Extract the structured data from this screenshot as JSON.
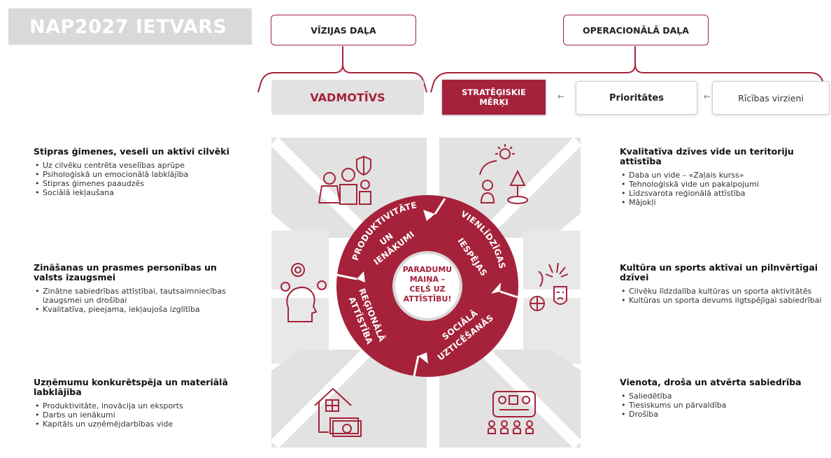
{
  "title": "NAP2027 IETVARS",
  "header": {
    "vision": "VĪZIJAS DAĻA",
    "operational": "OPERACIONĀLĀ DAĻA",
    "leitmotif": "VADMOTĪVS",
    "strategic_goals": [
      "STRATĒĢISKIE",
      "MĒRĶI"
    ],
    "priorities": "Prioritātes",
    "action_lines": "Rīcības virzieni"
  },
  "wheel": {
    "segments": [
      [
        "PRODUKTIVITĀTE",
        "UN",
        "IENĀKUMI"
      ],
      [
        "VIENLĪDZĪGAS",
        "IESPĒJAS"
      ],
      [
        "SOCIĀLĀ",
        "UZTICĒŠANĀS"
      ],
      [
        "REĢIONĀLĀ",
        "ATTĪSTĪBA"
      ]
    ],
    "center": [
      "PARADUMU",
      "MAIŅA –",
      "CEĻŠ UZ",
      "ATTĪSTĪBU!"
    ]
  },
  "left_sections": [
    {
      "title": "Stipras ģimenes, veseli un aktīvi cilvēki",
      "items": [
        "Uz cilvēku centrēta veselības aprūpe",
        "Psiholoģiskā un emocionālā labklājība",
        "Stipras ģimenes paaudzēs",
        "Sociālā iekļaušana"
      ]
    },
    {
      "title": "Zināšanas un prasmes personības un valsts izaugsmei",
      "items": [
        "Zinātne sabiedrības attīstībai, tautsaimniecības izaugsmei un drošībai",
        "Kvalitatīva, pieejama, iekļaujoša izglītība"
      ]
    },
    {
      "title": "Uzņēmumu konkurētspēja un materiālā labklājība",
      "items": [
        "Produktivitāte, inovācija un eksports",
        "Darbs un ienākumi",
        "Kapitāls un uzņēmējdarbības vide"
      ]
    }
  ],
  "right_sections": [
    {
      "title": "Kvalitatīva dzīves vide un teritoriju attīstība",
      "items": [
        "Daba un vide – «Zaļais kurss»",
        "Tehnoloģiskā vide un pakalpojumi",
        "Līdzsvarota reģionālā attīstība",
        "Mājokļi"
      ]
    },
    {
      "title": "Kultūra un sports aktīvai un pilnvērtīgai dzīvei",
      "items": [
        "Cilvēku līdzdalība kultūras un sporta aktivitātēs",
        "Kultūras un sporta devums ilgtspējīgai sabiedrībai"
      ]
    },
    {
      "title": "Vienota, droša un atvērta sabiedrība",
      "items": [
        "Saliedētība",
        "Tiesiskums un pārvaldība",
        "Drošība"
      ]
    }
  ],
  "icons": [
    "family-icon",
    "nature-icon",
    "mind-icon",
    "culture-icon",
    "house-money-icon",
    "community-icon"
  ],
  "colors": {
    "accent": "#a5223a",
    "panel": "#e2e2e2",
    "banner": "#d9d9d9"
  }
}
